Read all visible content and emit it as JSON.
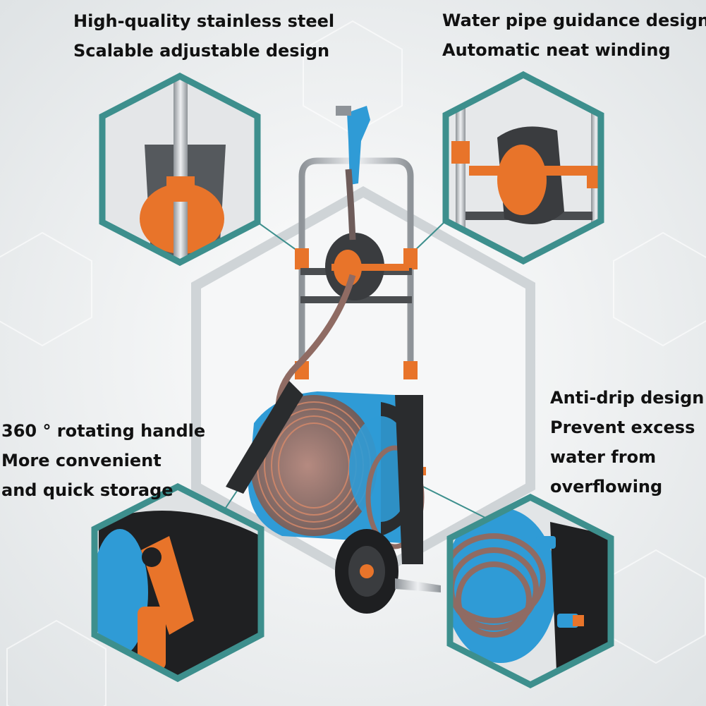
{
  "captions": {
    "top_left": [
      "High-quality stainless steel",
      "Scalable adjustable design"
    ],
    "top_right": [
      "Water pipe guidance design",
      "Automatic neat winding"
    ],
    "middle_left": [
      "360 ° rotating handle",
      "More convenient",
      "and quick storage"
    ],
    "middle_right": [
      "Anti-drip design",
      "Prevent excess",
      "water from",
      "overflowing"
    ]
  },
  "colors": {
    "background": "#eef0f1",
    "hexagon_border": "#3d8f8d",
    "hose_orange": "#e8742a",
    "reel_blue": "#2f9bd6",
    "frame_steel": "#b9bec2",
    "dark_plastic": "#2a2c2e"
  }
}
